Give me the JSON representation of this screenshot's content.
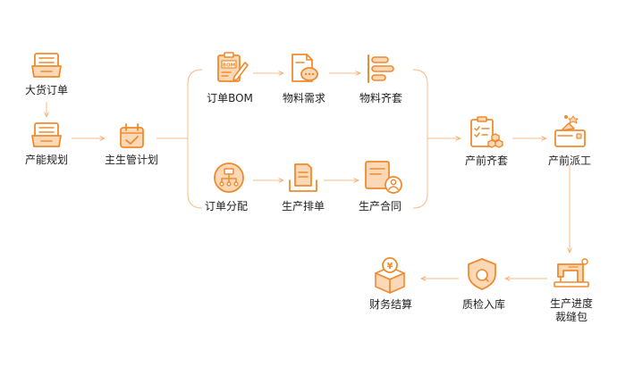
{
  "accent_color": "#F08A2E",
  "accent_light": "#FCD9B6",
  "nodes": {
    "bulk_order": "大货订单",
    "capacity_planning": "产能规划",
    "master_plan": "主生管计划",
    "order_bom": "订单BOM",
    "material_demand": "物料需求",
    "material_kitting": "物料齐套",
    "order_allocation": "订单分配",
    "production_scheduling": "生产排单",
    "production_contract": "生产合同",
    "pre_production_kitting": "产前齐套",
    "pre_production_dispatch": "产前派工",
    "production_progress_line1": "生产进度",
    "production_progress_line2": "裁缝包",
    "qc_warehousing": "质检入库",
    "financial_settlement": "财务结算"
  },
  "icons": {
    "bulk_order": "inbox-tray-icon",
    "capacity_planning": "inbox-tray-icon",
    "master_plan": "calendar-check-icon",
    "order_bom": "bom-clipboard-pencil-icon",
    "material_demand": "document-chat-icon",
    "material_kitting": "stacked-bars-icon",
    "order_allocation": "org-chart-circle-icon",
    "production_scheduling": "document-tray-icon",
    "production_contract": "contract-user-icon",
    "pre_production_kitting": "clipboard-hexagons-icon",
    "pre_production_dispatch": "box-tools-icon",
    "production_progress": "sewing-machine-icon",
    "qc_warehousing": "shield-check-icon",
    "financial_settlement": "money-box-icon"
  }
}
